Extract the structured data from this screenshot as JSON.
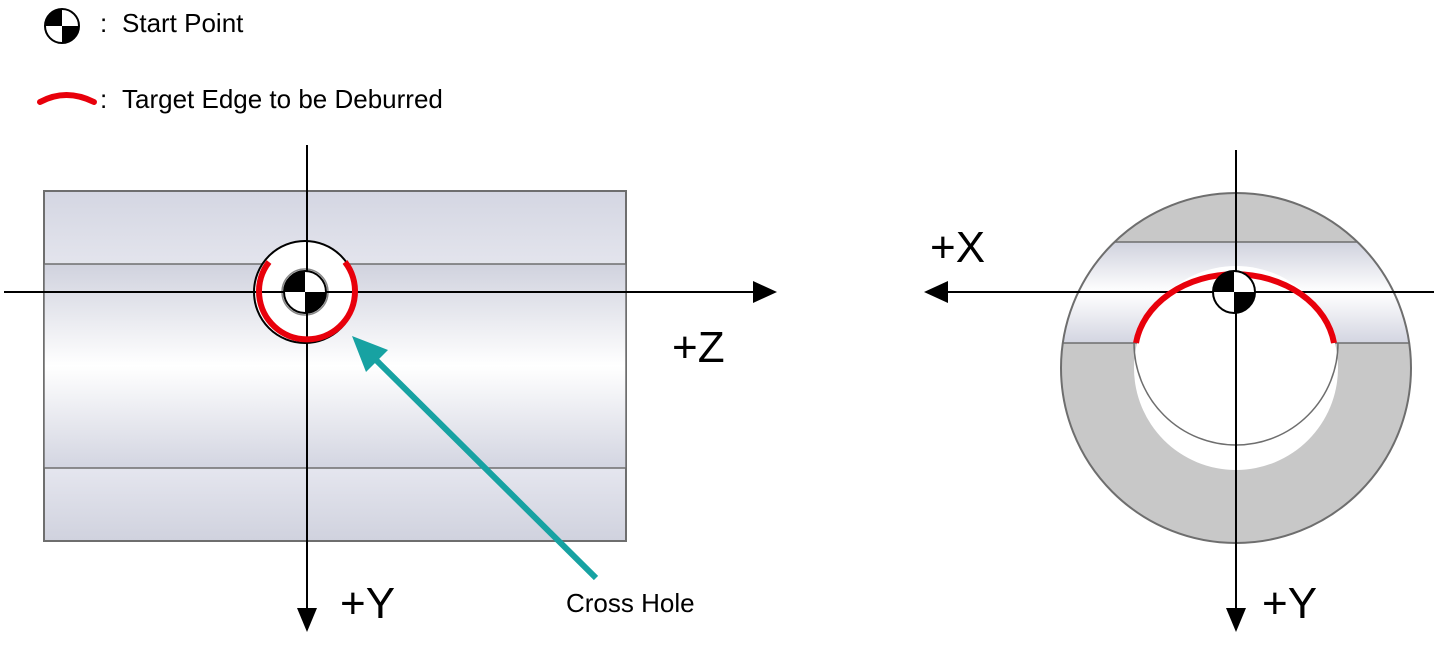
{
  "legend": {
    "start_point_label": "Start Point",
    "target_edge_label": "Target Edge to be Deburred",
    "separator": ":"
  },
  "side_view": {
    "axis_z_label": "+Z",
    "axis_y_label": "+Y",
    "callout_label": "Cross Hole"
  },
  "end_view": {
    "axis_x_label": "+X",
    "axis_y_label": "+Y"
  },
  "colors": {
    "target_edge": "#e8000b",
    "callout_arrow": "#17a2a2",
    "section_fill": "#c8c8c8",
    "body_outline": "#6e6e6e"
  },
  "icons": {
    "start_point": "start-point-icon",
    "target_edge": "target-edge-icon"
  }
}
